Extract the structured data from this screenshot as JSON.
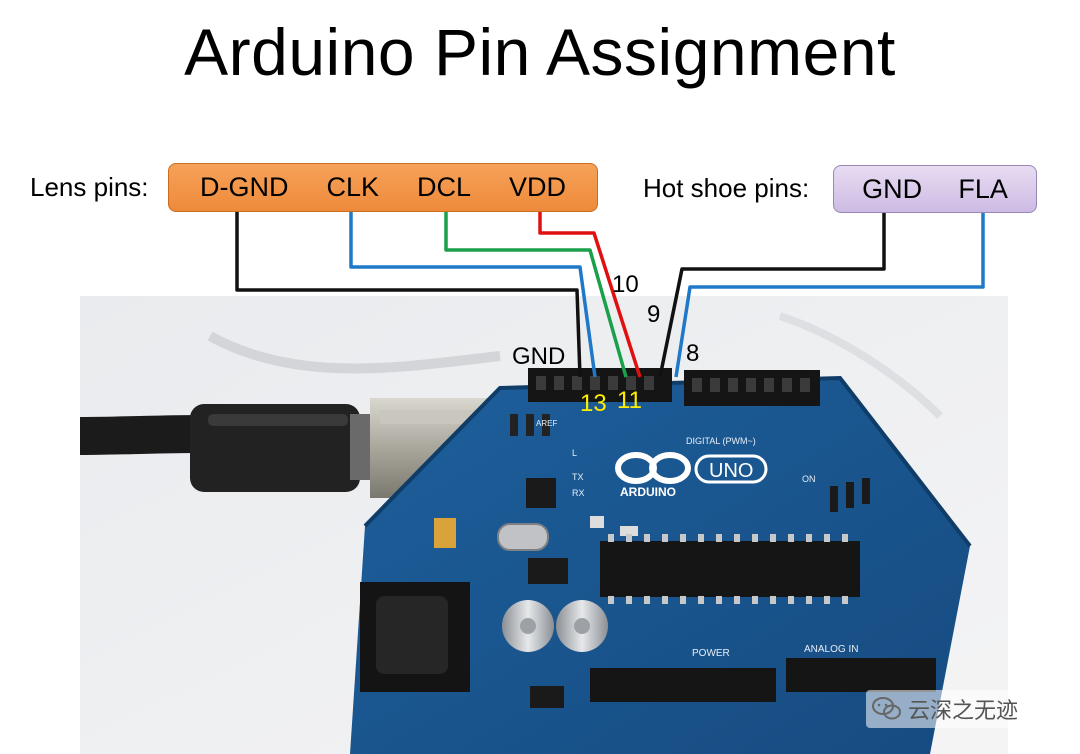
{
  "title": "Arduino Pin Assignment",
  "lens": {
    "label": "Lens pins:",
    "pins": [
      "D-GND",
      "CLK",
      "DCL",
      "VDD"
    ]
  },
  "hot_shoe": {
    "label": "Hot shoe pins:",
    "pins": [
      "GND",
      "FLA"
    ]
  },
  "header_labels": {
    "gnd": "GND",
    "pin13": "13",
    "pin11": "11",
    "pin10": "10",
    "pin9": "9",
    "pin8": "8"
  },
  "board": {
    "logo_brand": "ARDUINO",
    "logo_model": "UNO",
    "silk_digital": "DIGITAL (PWM~)",
    "silk_power": "POWER",
    "silk_analog": "ANALOG IN",
    "silk_on": "ON",
    "silk_tx": "TX",
    "silk_rx": "RX",
    "silk_aref": "AREF",
    "silk_l": "L"
  },
  "wire_colors": {
    "d_gnd": "#111111",
    "clk": "#1f78c8",
    "dcl": "#1aa04a",
    "vdd": "#e01010",
    "hs_gnd": "#111111",
    "hs_fla": "#1f78c8"
  },
  "watermark": "云深之无迹"
}
